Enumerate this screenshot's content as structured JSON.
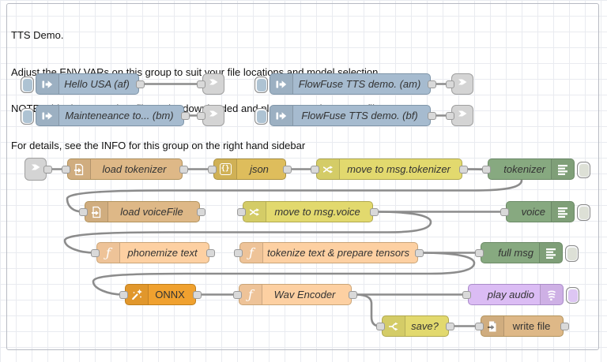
{
  "editor": {
    "group_note": {
      "line1": "TTS Demo.",
      "line2": "Adjust the ENV VARs on this group to suit your file locations and model selection",
      "line3": "NOTE: This demo requires files to be downloaded and place correctly on your filesystem",
      "line4": "For details, see the INFO for this group on the right hand sidebar"
    }
  },
  "nodes": {
    "hello_usa": {
      "label": "Hello USA (af)",
      "type": "inject"
    },
    "maintenance": {
      "label": "Mainteneance to... (bm)",
      "type": "inject"
    },
    "flowfuse_am": {
      "label": "FlowFuse TTS demo. (am)",
      "type": "inject"
    },
    "flowfuse_bf": {
      "label": "FlowFuse TTS demo. (bf)",
      "type": "inject"
    },
    "load_tokenizer": {
      "label": "load tokenizer",
      "type": "file-in"
    },
    "json": {
      "label": "json",
      "type": "json"
    },
    "move_tokenizer": {
      "label": "move to msg.tokenizer",
      "type": "change"
    },
    "tokenizer": {
      "label": "tokenizer",
      "type": "debug"
    },
    "load_voicefile": {
      "label": "load voiceFile",
      "type": "file-in"
    },
    "move_voice": {
      "label": "move to msg.voice",
      "type": "change"
    },
    "voice": {
      "label": "voice",
      "type": "debug"
    },
    "phonemize": {
      "label": "phonemize text",
      "type": "function"
    },
    "tokenize": {
      "label": "tokenize text & prepare tensors",
      "type": "function"
    },
    "full_msg": {
      "label": "full msg",
      "type": "debug"
    },
    "onnx": {
      "label": "ONNX",
      "type": "onnx"
    },
    "wav_encoder": {
      "label": "Wav Encoder",
      "type": "function"
    },
    "play_audio": {
      "label": "play audio",
      "type": "play-audio"
    },
    "save": {
      "label": "save?",
      "type": "switch"
    },
    "write_file": {
      "label": "write file",
      "type": "file-out"
    }
  },
  "colors": {
    "inject": "#a6bbcf",
    "link": "#d4d4d4",
    "file": "#deb887",
    "json": "#debd5c",
    "change": "#e2d96e",
    "switch": "#e2d96e",
    "debug": "#87a980",
    "function": "#fdd0a2",
    "onnx": "#f0a12f",
    "play_audio": "#dbbcf4",
    "wire": "#8c8c8c",
    "grid": "#e9ebf0",
    "group_border": "#b7bac2"
  }
}
